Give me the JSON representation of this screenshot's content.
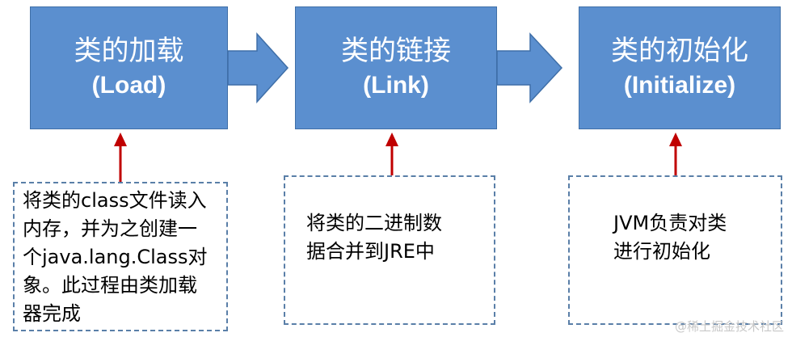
{
  "diagram": {
    "stages": [
      {
        "title": "类的加载",
        "subtitle": "(Load)"
      },
      {
        "title": "类的链接",
        "subtitle": "(Link)"
      },
      {
        "title": "类的初始化",
        "subtitle": "(Initialize)"
      }
    ],
    "notes": [
      {
        "lines": [
          "将类的class文件读入",
          "内存，并为之创建一",
          "个java.lang.Class对",
          "象。此过程由类加载",
          "器完成"
        ]
      },
      {
        "lines": [
          "将类的二进制数",
          "据合并到JRE中"
        ]
      },
      {
        "lines": [
          "JVM负责对类",
          "进行初始化"
        ]
      }
    ],
    "colors": {
      "box_fill": "#5b8fcf",
      "box_border": "#3f6fa8",
      "connector_arrow": "#5b8fcf",
      "pointer_arrow": "#c00000",
      "note_border": "#5a7fa8"
    }
  },
  "watermark": "@稀土掘金技术社区"
}
